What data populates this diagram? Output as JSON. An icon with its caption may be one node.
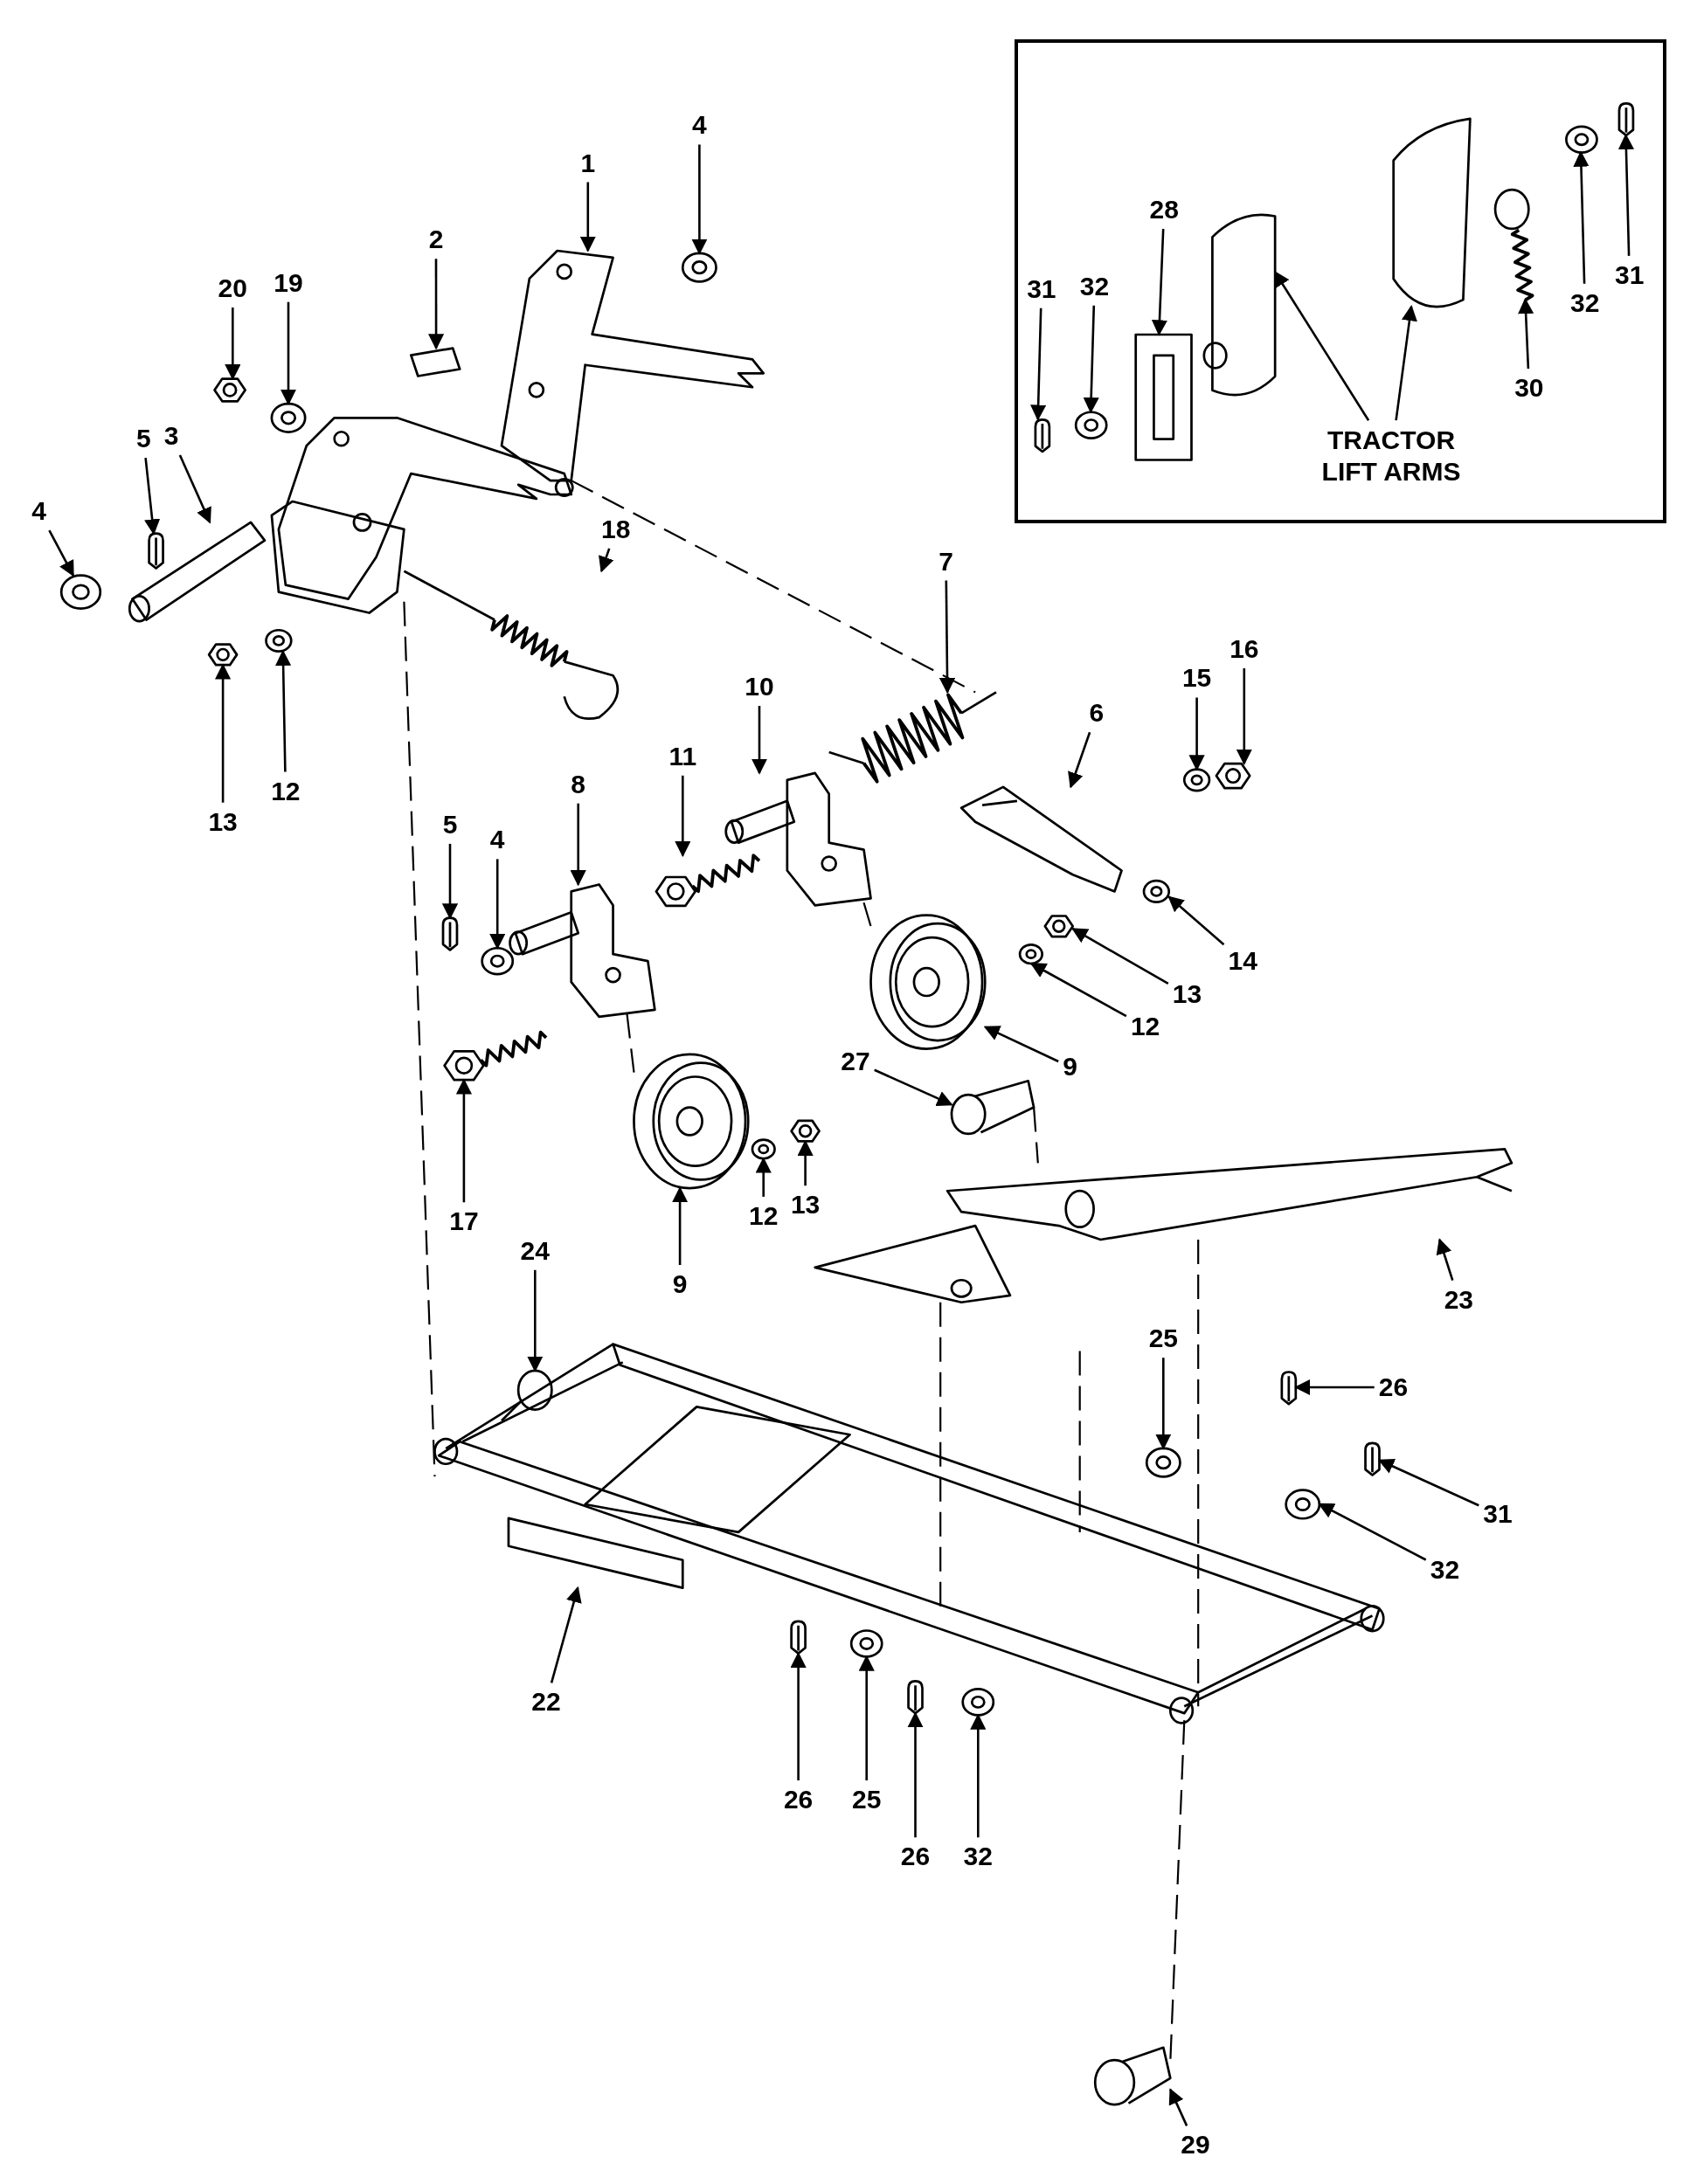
{
  "diagram": {
    "nodes": [
      {
        "text": [],
        "shape": "box"
      },
      {
        "text": [
          "28"
        ],
        "in": 0
      },
      {
        "text": [
          "31"
        ],
        "in": 0
      },
      {
        "text": [
          "32"
        ],
        "in": 0
      },
      {
        "text": [
          "32"
        ],
        "in": 0
      },
      {
        "text": [
          "31"
        ],
        "in": 0
      },
      {
        "text": [
          "30"
        ],
        "in": 0
      },
      {
        "text": [
          "TRACTOR LIFT ARMS"
        ],
        "in": 0
      },
      {
        "text": [
          "1"
        ]
      },
      {
        "text": [
          "4"
        ]
      },
      {
        "text": [
          "2"
        ]
      },
      {
        "text": [
          "20"
        ]
      },
      {
        "text": [
          "19"
        ]
      },
      {
        "text": [
          "5"
        ]
      },
      {
        "text": [
          "3"
        ]
      },
      {
        "text": [
          "4"
        ]
      },
      {
        "text": [
          "18"
        ]
      },
      {
        "text": [
          "7"
        ]
      },
      {
        "text": [
          "10"
        ]
      },
      {
        "text": [
          "6"
        ]
      },
      {
        "text": [
          "15"
        ]
      },
      {
        "text": [
          "16"
        ]
      },
      {
        "text": [
          "11"
        ]
      },
      {
        "text": [
          "8"
        ]
      },
      {
        "text": [
          "13"
        ]
      },
      {
        "text": [
          "12"
        ]
      },
      {
        "text": [
          "5"
        ]
      },
      {
        "text": [
          "4"
        ]
      },
      {
        "text": [
          "14"
        ]
      },
      {
        "text": [
          "13"
        ]
      },
      {
        "text": [
          "12"
        ]
      },
      {
        "text": [
          "27"
        ]
      },
      {
        "text": [
          "9"
        ]
      },
      {
        "text": [
          "12"
        ]
      },
      {
        "text": [
          "13"
        ]
      },
      {
        "text": [
          "17"
        ]
      },
      {
        "text": [
          "24"
        ]
      },
      {
        "text": [
          "9"
        ]
      },
      {
        "text": [
          "23"
        ]
      },
      {
        "text": [
          "25"
        ]
      },
      {
        "text": [
          "26"
        ]
      },
      {
        "text": [
          "31"
        ]
      },
      {
        "text": [
          "32"
        ]
      },
      {
        "text": [
          "22"
        ]
      },
      {
        "text": [
          "26"
        ]
      },
      {
        "text": [
          "25"
        ]
      },
      {
        "text": [
          "26"
        ]
      },
      {
        "text": [
          "32"
        ]
      },
      {
        "text": [
          "29"
        ]
      },
      {
        "text": [],
        "shape": "picture",
        "in": 0
      },
      {
        "text": [],
        "shape": "picture",
        "in": 0
      },
      {
        "text": [],
        "shape": "picture",
        "in": 0
      },
      {
        "text": [],
        "shape": "picture",
        "in": 0
      },
      {
        "text": [],
        "shape": "picture",
        "in": 0
      },
      {
        "text": [],
        "shape": "picture",
        "in": 0
      },
      {
        "text": [],
        "shape": "picture",
        "in": 0
      },
      {
        "text": [],
        "shape": "picture",
        "in": 0
      },
      {
        "text": [],
        "shape": "picture"
      },
      {
        "text": [],
        "shape": "picture"
      },
      {
        "text": [],
        "shape": "picture"
      },
      {
        "text": [],
        "shape": "picture"
      },
      {
        "text": [],
        "shape": "picture"
      },
      {
        "text": [],
        "shape": "picture"
      },
      {
        "text": [],
        "shape": "picture"
      },
      {
        "text": [],
        "shape": "picture"
      },
      {
        "text": [],
        "shape": "picture"
      },
      {
        "text": [],
        "shape": "picture"
      },
      {
        "text": [],
        "shape": "picture"
      },
      {
        "text": [],
        "shape": "picture"
      },
      {
        "text": [],
        "shape": "picture"
      },
      {
        "text": [],
        "shape": "picture"
      },
      {
        "text": [],
        "shape": "picture"
      },
      {
        "text": [],
        "shape": "picture"
      },
      {
        "text": [],
        "shape": "picture"
      },
      {
        "text": [],
        "shape": "picture"
      },
      {
        "text": [],
        "shape": "picture"
      },
      {
        "text": [],
        "shape": "picture"
      },
      {
        "text": [],
        "shape": "picture"
      },
      {
        "text": [],
        "shape": "picture"
      },
      {
        "text": [],
        "shape": "picture"
      },
      {
        "text": [],
        "shape": "picture"
      },
      {
        "text": [],
        "shape": "picture"
      },
      {
        "text": [],
        "shape": "picture"
      },
      {
        "text": [],
        "shape": "picture"
      },
      {
        "text": [],
        "shape": "picture"
      },
      {
        "text": [],
        "shape": "circle"
      },
      {
        "text": [],
        "shape": "picture"
      },
      {
        "text": [],
        "shape": "picture"
      },
      {
        "text": [],
        "shape": "picture"
      },
      {
        "text": [],
        "shape": "picture"
      },
      {
        "text": [],
        "shape": "picture"
      },
      {
        "text": [],
        "shape": "picture"
      },
      {
        "text": [],
        "shape": "box"
      },
      {
        "text": [],
        "shape": "picture"
      },
      {
        "text": [],
        "shape": "picture"
      },
      {
        "text": [],
        "shape": "picture"
      },
      {
        "text": [],
        "shape": "picture"
      },
      {
        "text": [],
        "shape": "picture"
      },
      {
        "text": [],
        "shape": "picture"
      },
      {
        "text": [],
        "shape": "picture"
      },
      {
        "text": [],
        "shape": "picture"
      }
    ],
    "edges": [
      {
        "from": 1,
        "to": 49,
        "arrow": "to"
      },
      {
        "from": 2,
        "to": 50,
        "arrow": "to"
      },
      {
        "from": 3,
        "to": 51,
        "arrow": "to"
      },
      {
        "from": 4,
        "to": 52,
        "arrow": "to"
      },
      {
        "from": 5,
        "to": 53,
        "arrow": "to"
      },
      {
        "from": 6,
        "to": 54,
        "arrow": "to"
      },
      {
        "from": 7,
        "to": 55,
        "arrow": "to"
      },
      {
        "from": 7,
        "to": 56,
        "arrow": "to"
      },
      {
        "from": 8,
        "to": 57,
        "arrow": "to"
      },
      {
        "from": 9,
        "to": 58,
        "arrow": "to"
      },
      {
        "from": 10,
        "to": 59,
        "arrow": "to"
      },
      {
        "from": 11,
        "to": 60,
        "arrow": "to"
      },
      {
        "from": 12,
        "to": 61,
        "arrow": "to"
      },
      {
        "from": 13,
        "to": 62,
        "arrow": "to"
      },
      {
        "from": 14,
        "to": 63,
        "arrow": "to"
      },
      {
        "from": 15,
        "to": 64,
        "arrow": "to"
      },
      {
        "from": 16,
        "to": 65,
        "arrow": "to"
      },
      {
        "from": 17,
        "to": 66,
        "arrow": "to"
      },
      {
        "from": 18,
        "to": 67,
        "arrow": "to"
      },
      {
        "from": 19,
        "to": 68,
        "arrow": "to"
      },
      {
        "from": 20,
        "to": 69,
        "arrow": "to"
      },
      {
        "from": 21,
        "to": 70,
        "arrow": "to"
      },
      {
        "from": 22,
        "to": 71,
        "arrow": "to"
      },
      {
        "from": 23,
        "to": 72,
        "arrow": "to"
      },
      {
        "from": 24,
        "to": 73,
        "arrow": "to"
      },
      {
        "from": 25,
        "to": 74,
        "arrow": "to"
      },
      {
        "from": 26,
        "to": 75,
        "arrow": "to"
      },
      {
        "from": 27,
        "to": 76,
        "arrow": "to"
      },
      {
        "from": 28,
        "to": 77,
        "arrow": "to"
      },
      {
        "from": 29,
        "to": 78,
        "arrow": "to"
      },
      {
        "from": 30,
        "to": 79,
        "arrow": "to"
      },
      {
        "from": 31,
        "to": 80,
        "arrow": "to"
      },
      {
        "from": 32,
        "to": 81,
        "arrow": "to"
      },
      {
        "from": 33,
        "to": 82,
        "arrow": "to"
      },
      {
        "from": 34,
        "to": 83,
        "arrow": "to"
      },
      {
        "from": 35,
        "to": 84,
        "arrow": "to"
      },
      {
        "from": 36,
        "to": 85,
        "arrow": "to"
      },
      {
        "from": 37,
        "to": 86,
        "arrow": "to"
      },
      {
        "from": 38,
        "to": 87,
        "arrow": "to"
      },
      {
        "from": 39,
        "to": 88,
        "arrow": "to"
      },
      {
        "from": 40,
        "to": 89,
        "arrow": "to"
      },
      {
        "from": 41,
        "to": 90,
        "arrow": "to"
      },
      {
        "from": 42,
        "to": 91,
        "arrow": "to"
      },
      {
        "from": 43,
        "to": 92,
        "arrow": "to"
      },
      {
        "from": 44,
        "to": 93,
        "arrow": "to"
      },
      {
        "from": 45,
        "to": 94,
        "arrow": "to"
      },
      {
        "from": 46,
        "to": 95,
        "arrow": "to"
      },
      {
        "from": 47,
        "to": 96,
        "arrow": "to"
      },
      {
        "from": 48,
        "to": 97,
        "arrow": "to"
      },
      {
        "from": 57,
        "to": 66,
        "arrow": "none",
        "style": "dashed"
      },
      {
        "from": 67,
        "to": 81,
        "arrow": "none",
        "style": "dashed"
      },
      {
        "from": 72,
        "to": 86,
        "arrow": "none",
        "style": "dashed"
      },
      {
        "from": 80,
        "to": 87,
        "arrow": "none",
        "style": "dashed"
      },
      {
        "from": 99,
        "to": 98,
        "arrow": "none",
        "style": "dashed"
      },
      {
        "from": 87,
        "to": 98,
        "arrow": "none",
        "style": "dashed"
      },
      {
        "from": 100,
        "to": 98,
        "arrow": "none",
        "style": "dashed"
      },
      {
        "from": null,
        "to": 98,
        "arrow": "none",
        "style": "dashed"
      },
      {
        "from": 98,
        "to": 97,
        "arrow": "none",
        "style": "dashed"
      }
    ]
  }
}
